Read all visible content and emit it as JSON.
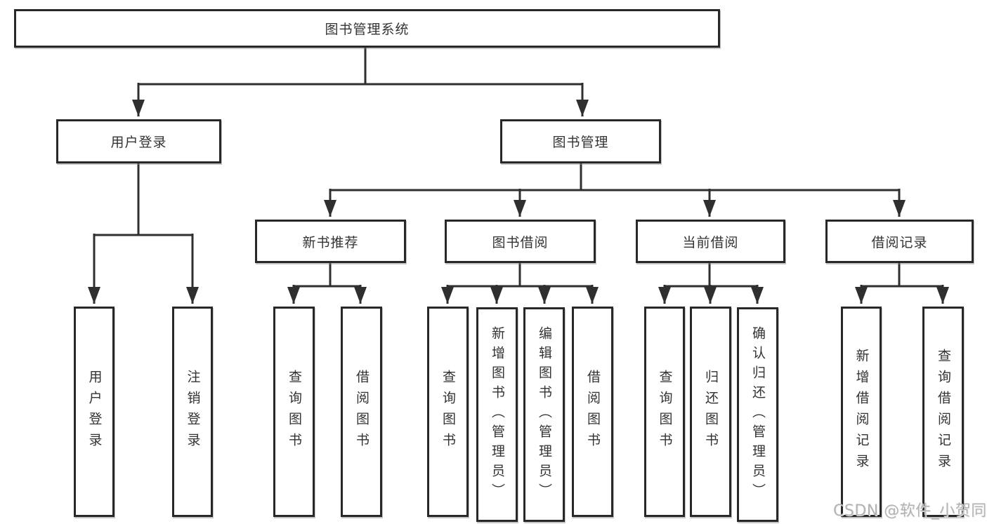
{
  "tree": {
    "label": "图书管理系统",
    "children": [
      {
        "label": "用户登录",
        "children": [
          {
            "label": "用户登录"
          },
          {
            "label": "注销登录"
          }
        ]
      },
      {
        "label": "图书管理",
        "children": [
          {
            "label": "新书推荐",
            "children": [
              {
                "label": "查询图书"
              },
              {
                "label": "借阅图书"
              }
            ]
          },
          {
            "label": "图书借阅",
            "children": [
              {
                "label": "查询图书"
              },
              {
                "label": "新增图书（管理员）"
              },
              {
                "label": "编辑图书（管理员）"
              },
              {
                "label": "借阅图书"
              }
            ]
          },
          {
            "label": "当前借阅",
            "children": [
              {
                "label": "查询图书"
              },
              {
                "label": "归还图书"
              },
              {
                "label": "确认归还（管理员）"
              }
            ]
          },
          {
            "label": "借阅记录",
            "children": [
              {
                "label": "新增借阅记录"
              },
              {
                "label": "查询借阅记录"
              }
            ]
          }
        ]
      }
    ]
  },
  "watermark": "CSDN @软件_小贺同学",
  "colors": {
    "line": "#2f2f2f",
    "box_border": "#282828",
    "text": "#333333",
    "watermark": "#b3b3b3"
  }
}
